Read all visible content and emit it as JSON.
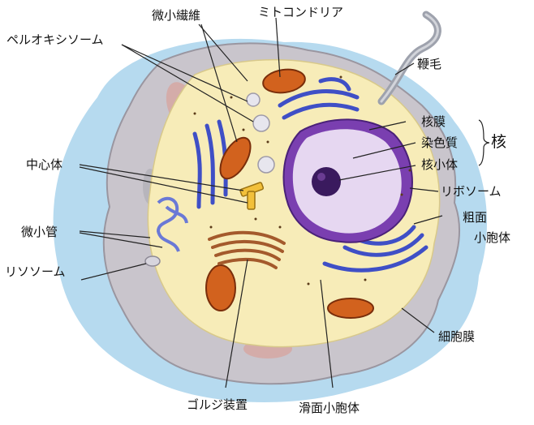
{
  "labels": {
    "microfilament": "微小繊維",
    "mitochondria": "ミトコンドリア",
    "peroxisome": "ペルオキシソーム",
    "flagellum": "鞭毛",
    "nuclear_envelope": "核膜",
    "chromatin": "染色質",
    "nucleolus": "核小体",
    "nucleus": "核",
    "centrosome": "中心体",
    "ribosome": "リボソーム",
    "rough_er_line1": "粗面",
    "rough_er_line2": "小胞体",
    "microtubule": "微小管",
    "lysosome": "リソソーム",
    "cell_membrane": "細胞膜",
    "golgi": "ゴルジ装置",
    "smooth_er": "滑面小胞体"
  },
  "colors": {
    "background": "#ffffff",
    "halo": "#a9d4ec",
    "membrane": "#c9c5cc",
    "cytoplasm": "#f7ecb8",
    "nucleus_outer": "#7a3fb0",
    "nucleus_inner": "#e6d7f1",
    "nucleolus": "#3a1a5e",
    "er": "#3f4fc6",
    "mitochondria": "#d2621e",
    "golgi": "#a45a2c",
    "leader": "#222222"
  }
}
